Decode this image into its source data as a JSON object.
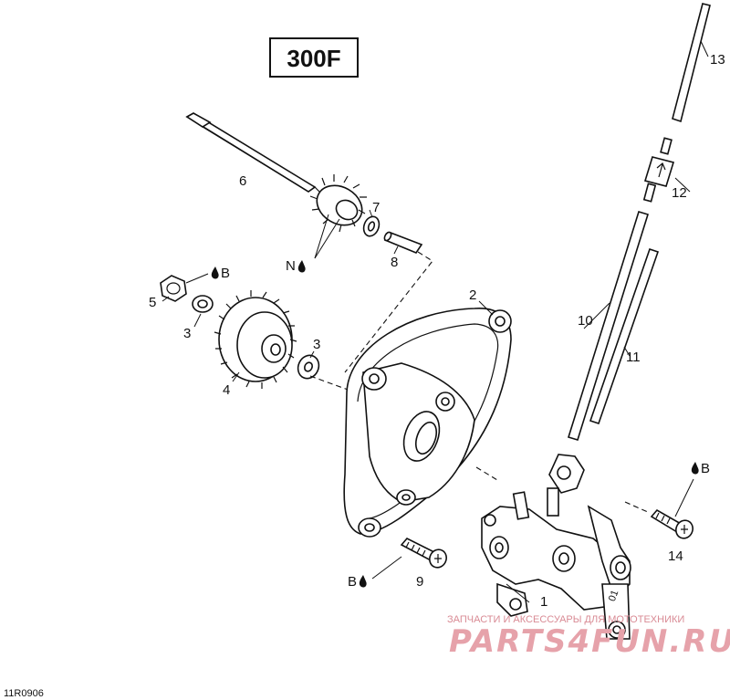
{
  "title": "300F",
  "drawing_code": "11R0906",
  "watermark": {
    "line1": "ЗАПЧАСТИ И АКСЕССУАРЫ ДЛЯ МОТОТЕХНИКИ",
    "line2": "PARTS4FUN.RU"
  },
  "callouts": [
    {
      "id": "c1",
      "text": "1"
    },
    {
      "id": "c2",
      "text": "2"
    },
    {
      "id": "c3a",
      "text": "3"
    },
    {
      "id": "c3b",
      "text": "3"
    },
    {
      "id": "c4",
      "text": "4"
    },
    {
      "id": "c5",
      "text": "5"
    },
    {
      "id": "c6",
      "text": "6"
    },
    {
      "id": "c7",
      "text": "7"
    },
    {
      "id": "c8",
      "text": "8"
    },
    {
      "id": "c9",
      "text": "9"
    },
    {
      "id": "c10",
      "text": "10"
    },
    {
      "id": "c11",
      "text": "11"
    },
    {
      "id": "c12",
      "text": "12"
    },
    {
      "id": "c13",
      "text": "13"
    },
    {
      "id": "c14",
      "text": "14"
    }
  ],
  "product_codes": [
    {
      "id": "pB1",
      "text": "B"
    },
    {
      "id": "pN",
      "text": "N"
    },
    {
      "id": "pB2",
      "text": "B"
    },
    {
      "id": "pB3",
      "text": "B"
    }
  ],
  "lever_marking": "01"
}
